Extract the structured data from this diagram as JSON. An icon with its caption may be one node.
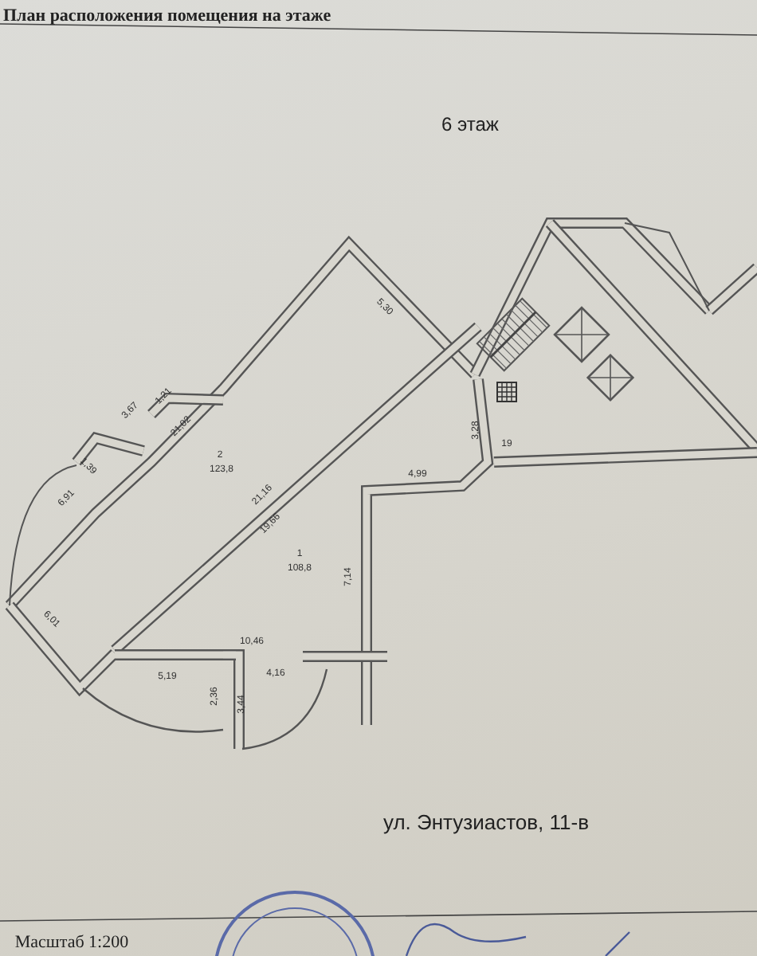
{
  "diagram": {
    "title": "План расположения помещения на этаже",
    "labels": [
      "6 этаж",
      "3,67",
      "1,21",
      "21,02",
      "1,39",
      "6,91",
      "2",
      "123,8",
      "21,16",
      "19,66",
      "1",
      "108,8",
      "6,01",
      "7,14",
      "10,46",
      "5,30",
      "3,28",
      "19",
      "4,99",
      "5,19",
      "2,36",
      "3,44",
      "4,16",
      "ул. Энтузиастов, 11-в",
      "Масштаб 1:200"
    ]
  }
}
